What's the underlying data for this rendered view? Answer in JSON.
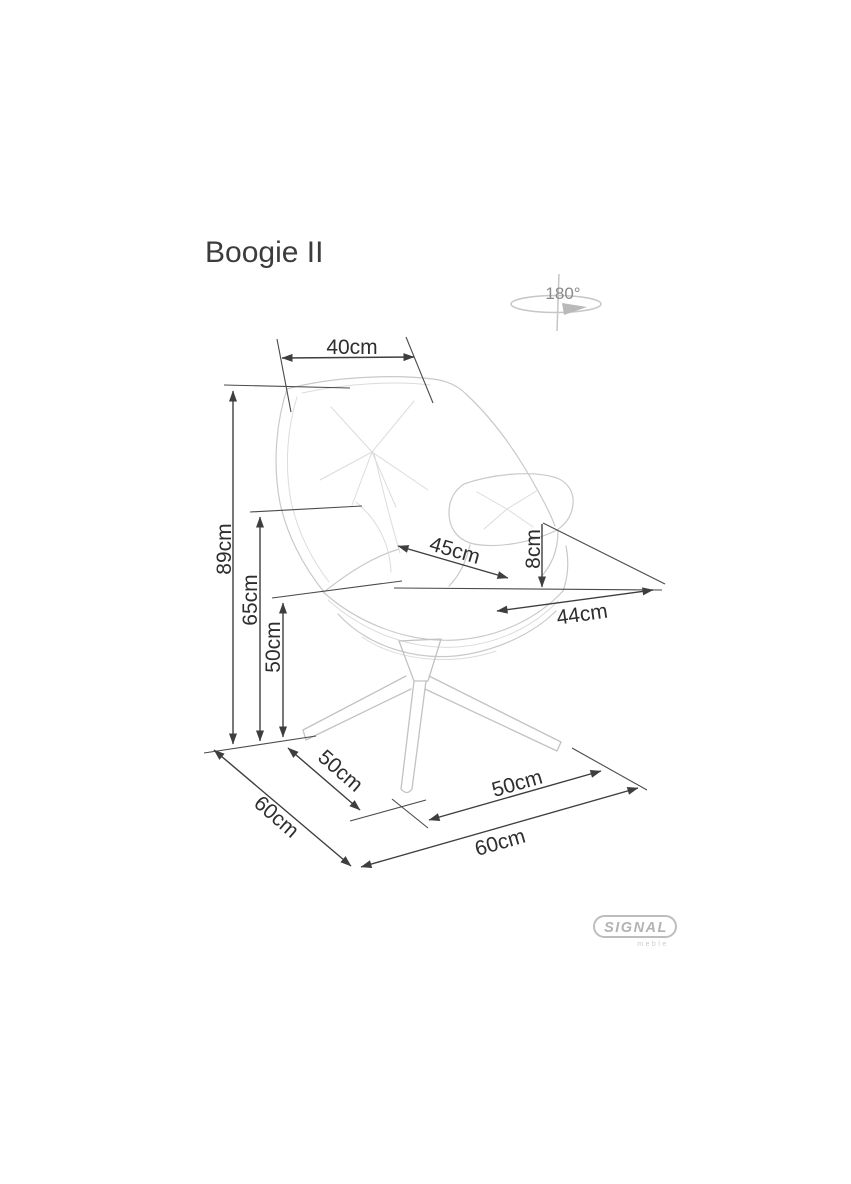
{
  "header": {
    "title": "Boogie II"
  },
  "rotation": {
    "label": "180°",
    "icon": "rotation-arrow-ellipse"
  },
  "dimensions": {
    "back_width": "40cm",
    "overall_height": "89cm",
    "armrest_height": "65cm",
    "seat_height": "50cm",
    "seat_width": "45cm",
    "armrest_pad_height": "8cm",
    "seat_depth": "44cm",
    "base_front_left_span": "50cm",
    "base_front_right_span": "50cm",
    "base_side_width": "60cm",
    "base_front_width": "60cm"
  },
  "logo": {
    "brand": "SIGNAL",
    "sub": "meble"
  },
  "colors": {
    "background": "#ffffff",
    "dimension_line": "#3e3e3e",
    "dimension_text": "#2e2e2e",
    "chair_outline": "#c9c9c9",
    "icon_gray": "#c6c6c6",
    "logo_gray": "#b3b3b3"
  }
}
